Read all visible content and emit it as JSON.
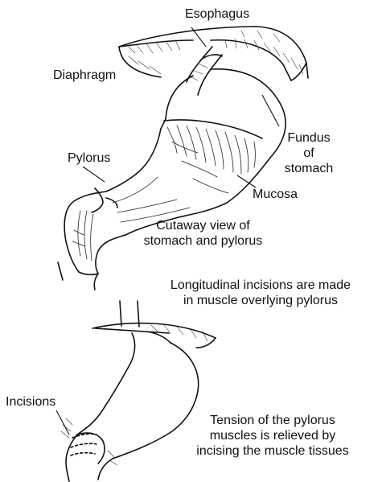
{
  "top_figure": {
    "labels": {
      "esophagus": "Esophagus",
      "diaphragm": "Diaphragm",
      "fundus_lines": [
        "Fundus",
        "of",
        "stomach"
      ],
      "pylorus": "Pylorus",
      "mucosa": "Mucosa",
      "caption_lines": [
        "Cutaway view of",
        "stomach and pylorus"
      ]
    }
  },
  "bottom_figure": {
    "labels": {
      "heading_lines": [
        "Longitudinal incisions are made",
        "in muscle overlying pylorus"
      ],
      "incisions": "Incisions",
      "tension_lines": [
        "Tension of the pylorus",
        "muscles is relieved by",
        "incising the muscle tissues"
      ]
    }
  }
}
